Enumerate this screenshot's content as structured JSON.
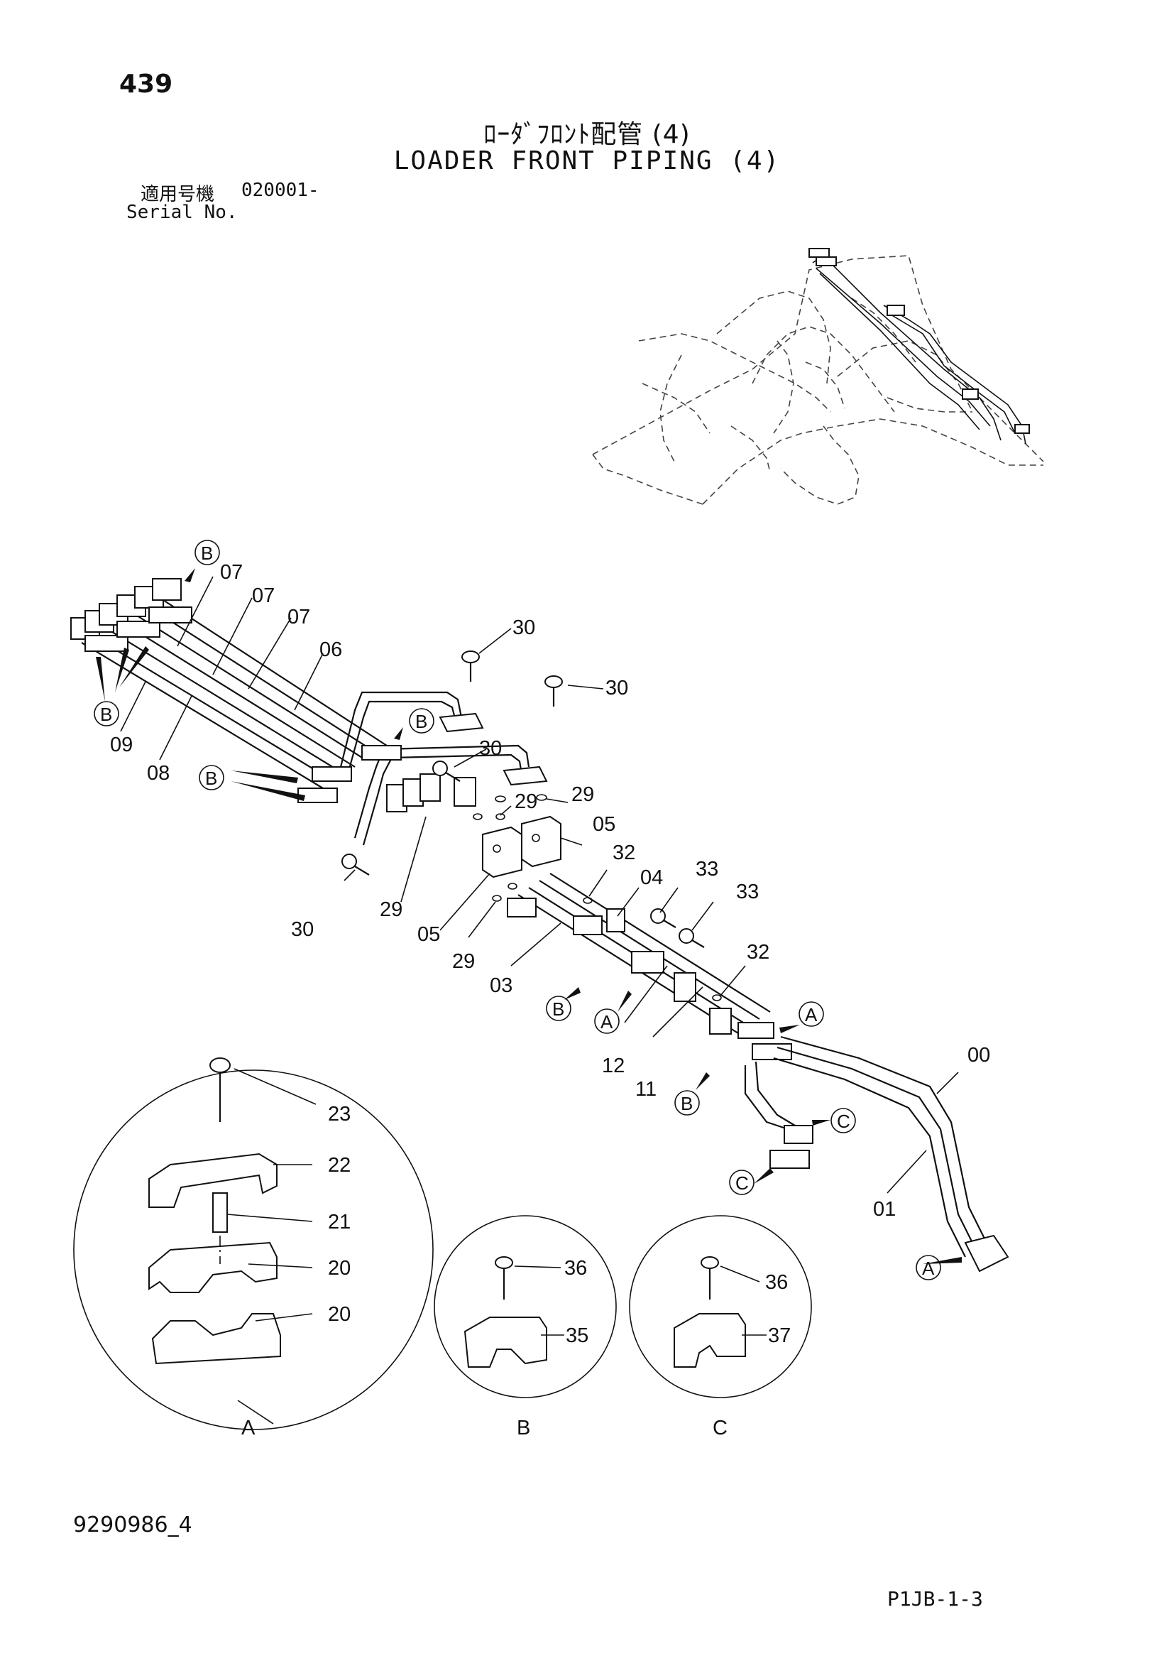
{
  "header": {
    "page_number": "439",
    "title_jp": "ﾛｰﾀﾞﾌﾛﾝﾄ配管 (4)",
    "title_en": "LOADER FRONT PIPING (4)",
    "serial_label_jp": "適用号機",
    "serial_value": "020001-",
    "serial_label_en": "Serial No."
  },
  "callouts": [
    {
      "id": "c-07a",
      "text": "07"
    },
    {
      "id": "c-07b",
      "text": "07"
    },
    {
      "id": "c-07c",
      "text": "07"
    },
    {
      "id": "c-06",
      "text": "06"
    },
    {
      "id": "c-09",
      "text": "09"
    },
    {
      "id": "c-08",
      "text": "08"
    },
    {
      "id": "c-30a",
      "text": "30"
    },
    {
      "id": "c-30b",
      "text": "30"
    },
    {
      "id": "c-30c",
      "text": "30"
    },
    {
      "id": "c-30d",
      "text": "30"
    },
    {
      "id": "c-29a",
      "text": "29"
    },
    {
      "id": "c-29b",
      "text": "29"
    },
    {
      "id": "c-29c",
      "text": "29"
    },
    {
      "id": "c-29d",
      "text": "29"
    },
    {
      "id": "c-05a",
      "text": "05"
    },
    {
      "id": "c-05b",
      "text": "05"
    },
    {
      "id": "c-32a",
      "text": "32"
    },
    {
      "id": "c-32b",
      "text": "32"
    },
    {
      "id": "c-04",
      "text": "04"
    },
    {
      "id": "c-33a",
      "text": "33"
    },
    {
      "id": "c-33b",
      "text": "33"
    },
    {
      "id": "c-03",
      "text": "03"
    },
    {
      "id": "c-12",
      "text": "12"
    },
    {
      "id": "c-11",
      "text": "11"
    },
    {
      "id": "c-00",
      "text": "00"
    },
    {
      "id": "c-01",
      "text": "01"
    },
    {
      "id": "c-23",
      "text": "23"
    },
    {
      "id": "c-22",
      "text": "22"
    },
    {
      "id": "c-21",
      "text": "21"
    },
    {
      "id": "c-20a",
      "text": "20"
    },
    {
      "id": "c-20b",
      "text": "20"
    },
    {
      "id": "c-36a",
      "text": "36"
    },
    {
      "id": "c-35",
      "text": "35"
    },
    {
      "id": "c-36b",
      "text": "36"
    },
    {
      "id": "c-37",
      "text": "37"
    }
  ],
  "markers": [
    {
      "id": "m-b1",
      "text": "B"
    },
    {
      "id": "m-b2",
      "text": "B"
    },
    {
      "id": "m-b3",
      "text": "B"
    },
    {
      "id": "m-b4",
      "text": "B"
    },
    {
      "id": "m-b5",
      "text": "B"
    },
    {
      "id": "m-a1",
      "text": "A"
    },
    {
      "id": "m-a2",
      "text": "A"
    },
    {
      "id": "m-b6",
      "text": "B"
    },
    {
      "id": "m-c1",
      "text": "C"
    },
    {
      "id": "m-c2",
      "text": "C"
    },
    {
      "id": "m-a3",
      "text": "A"
    }
  ],
  "detail_views": [
    {
      "id": "detail-a",
      "label": "A"
    },
    {
      "id": "detail-b",
      "label": "B"
    },
    {
      "id": "detail-c",
      "label": "C"
    }
  ],
  "footer": {
    "drawing_number": "9290986_4",
    "sheet_code": "P1JB-1-3"
  }
}
